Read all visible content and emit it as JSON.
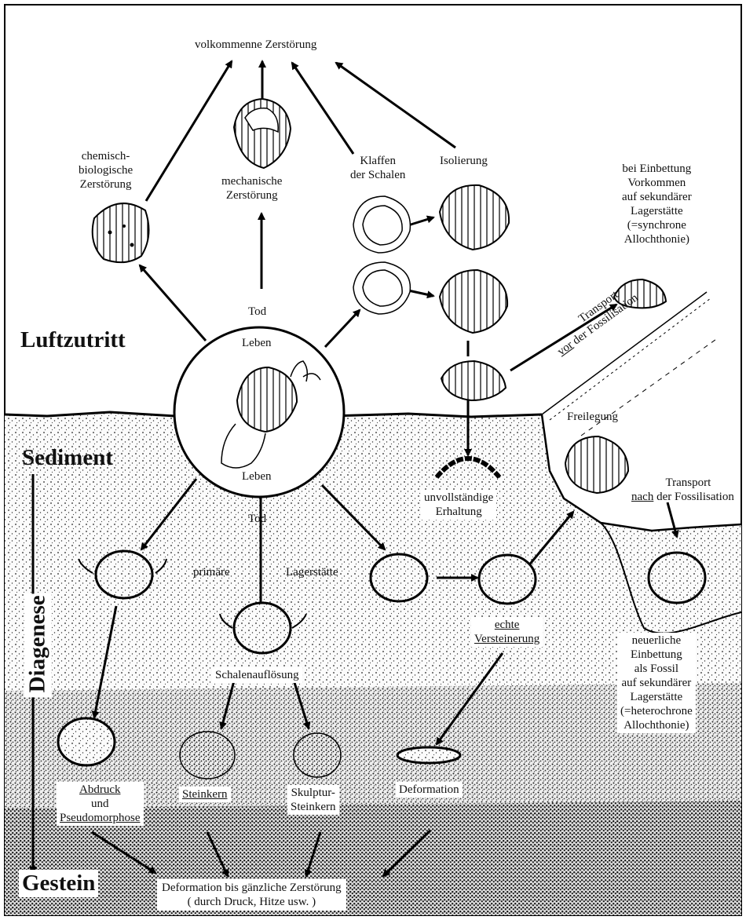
{
  "zones": {
    "air": "Luftzutritt",
    "sediment": "Sediment",
    "rock": "Gestein",
    "diagenesis": "Diagenese"
  },
  "labels": {
    "top_destruction": "volkommenne Zerstörung",
    "chem_bio": "chemisch-\nbiologische\nZerstörung",
    "mechanical": "mechanische\nZerstörung",
    "gaping": "Klaffen\nder Schalen",
    "isolation": "Isolierung",
    "allochthony_sync": "bei Einbettung\nVorkommen\nauf sekundärer\nLagerstätte\n(=synchrone\nAllochthonie)",
    "death_top": "Tod",
    "life_top": "Leben",
    "life_bottom": "Leben",
    "death_bottom": "Tod",
    "transport_before_1": "Transport",
    "transport_before_2_u": "vor",
    "transport_before_2_rest": " der Fossilisation",
    "exposure": "Freilegung",
    "incomplete": "unvollständige\nErhaltung",
    "transport_after_1": "Transport",
    "transport_after_2_u": "nach",
    "transport_after_2_rest": " der Fossilisation",
    "primary": "primäre",
    "deposit": "Lagerstätte",
    "shell_dissolution": "Schalenauflösung",
    "true_petrifaction": "echte\nVersteinerung",
    "reembedding": "neuerliche\nEinbettung\nals Fossil\nauf sekundärer\nLagerstätte\n(=heterochrone\nAllochthonie)",
    "imprint": "Abdruck",
    "and": "und",
    "pseudomorph": "Pseudomorphose",
    "steinkern": "Steinkern",
    "sculpture_steinkern": "Skulptur-\nSteinkern",
    "deformation": "Deformation",
    "final_1": "Deformation bis gänzliche Zerstörung",
    "final_2": "( durch Druck, Hitze usw. )"
  }
}
